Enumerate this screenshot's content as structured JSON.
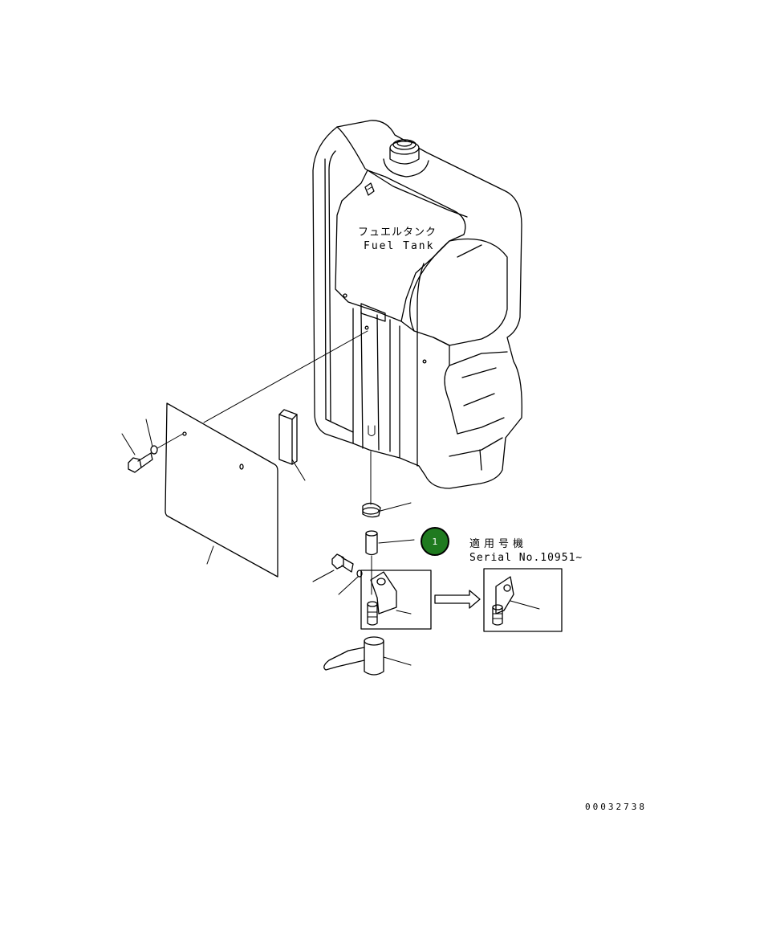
{
  "labels": {
    "tank_jp": "フュエルタンク",
    "tank_en": "Fuel Tank",
    "serial_jp": "適用号機",
    "serial_en": "Serial No.10951~",
    "drawing_number": "00032738"
  },
  "callout": {
    "number": "1",
    "color": "#1f7a1f"
  }
}
